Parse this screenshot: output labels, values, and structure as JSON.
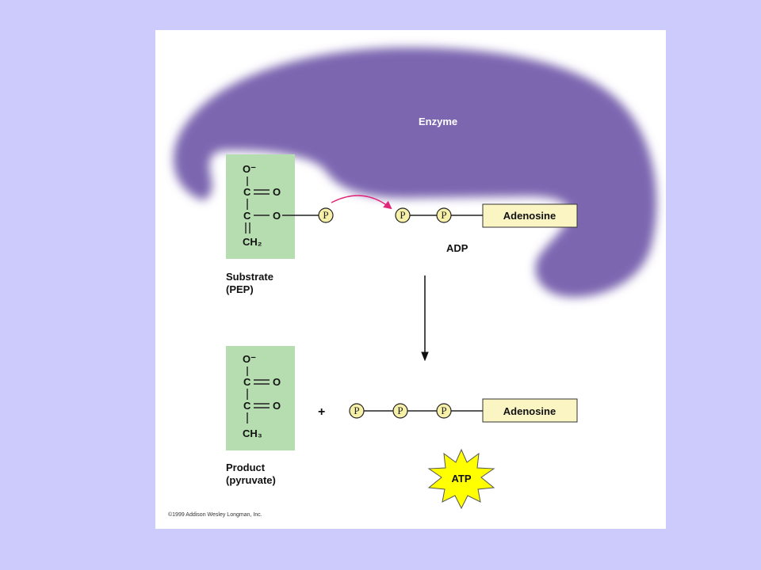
{
  "enzyme": {
    "label": "Enzyme",
    "color": "#7c66b0"
  },
  "substrate": {
    "atoms": {
      "o_minus": "O⁻",
      "c1": "C",
      "o1": "O",
      "c2": "C",
      "o2": "O",
      "ch2": "CH₂"
    },
    "label_line1": "Substrate",
    "label_line2": "(PEP)"
  },
  "phosphate_symbol": "P",
  "adp": {
    "box_label": "Adenosine",
    "label": "ADP"
  },
  "product": {
    "atoms": {
      "o_minus": "O⁻",
      "c1": "C",
      "o1": "O",
      "c2": "C",
      "o2": "O",
      "ch3": "CH₃"
    },
    "label_line1": "Product",
    "label_line2": "(pyruvate)"
  },
  "plus_sign": "+",
  "atp": {
    "box_label": "Adenosine",
    "label": "ATP"
  },
  "copyright": "©1999 Addison Wesley Longman, Inc.",
  "colors": {
    "background": "#cccbfb",
    "molecule_box": "#b5ddb0",
    "adenosine_box": "#fbf5c4",
    "phosphate": "#f6f0a8",
    "transfer_arrow": "#e0287a",
    "atp_star": "#ffff00"
  }
}
